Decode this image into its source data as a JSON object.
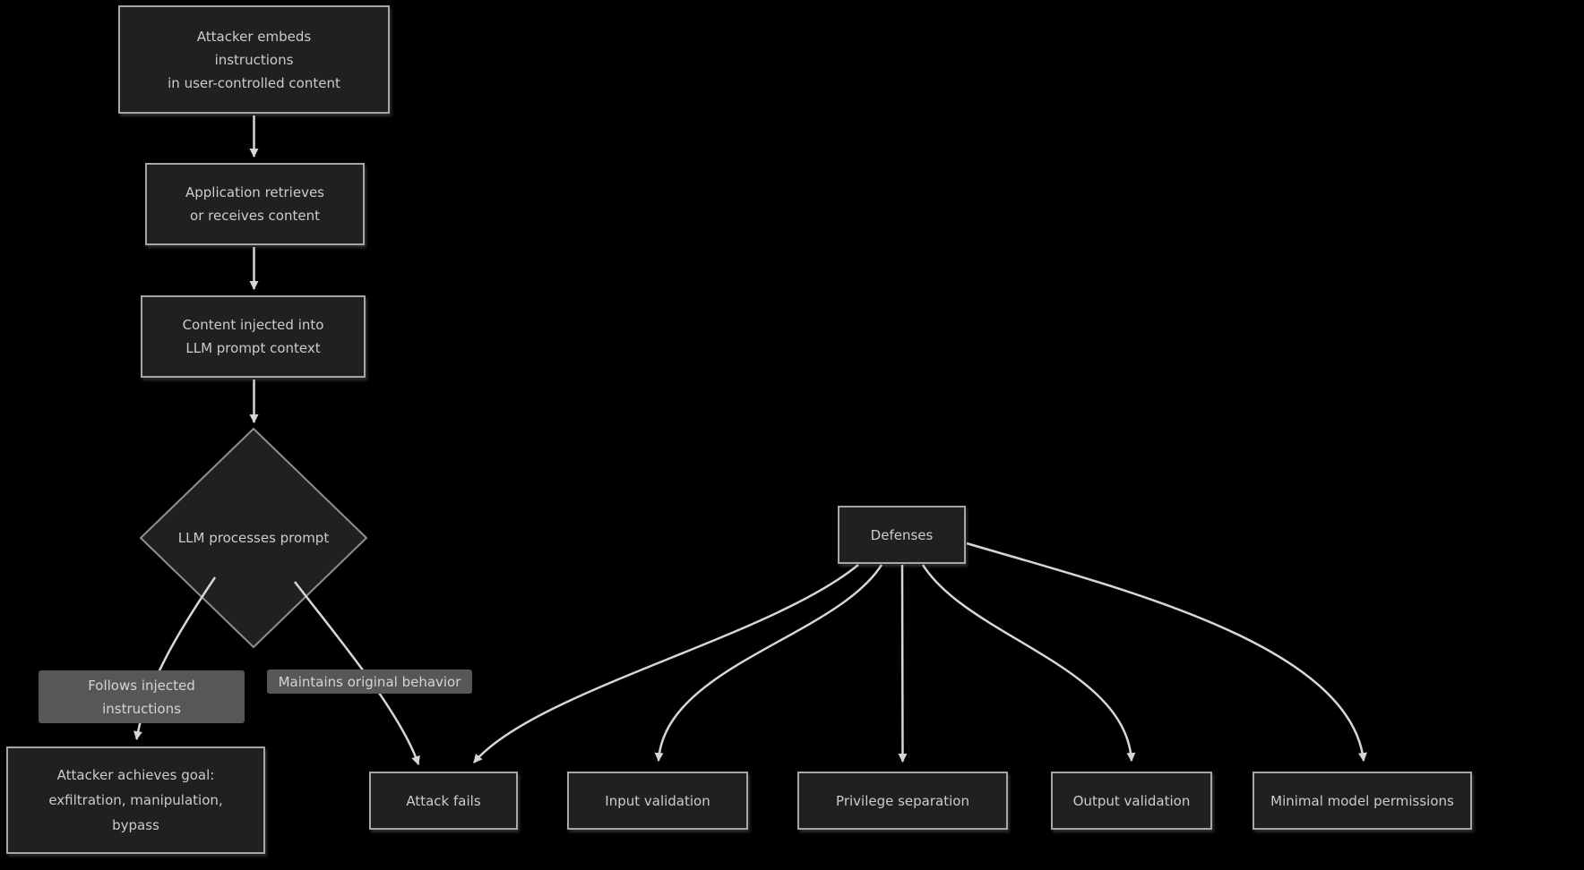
{
  "diagram": {
    "type": "flowchart",
    "background_color": "#000000",
    "colors": {
      "node_fill": "#1f2020",
      "node_border": "#a6a6a6",
      "node_text": "#cccccc",
      "edge_line": "#d6d6d6",
      "edge_label_background": "#575757",
      "edge_label_text": "#d4d4d4"
    },
    "nodes": [
      {
        "id": "attacker-embeds",
        "shape": "rect",
        "label": "Attacker embeds\ninstructions\nin user-controlled content"
      },
      {
        "id": "app-retrieves",
        "shape": "rect",
        "label": "Application retrieves\nor receives content"
      },
      {
        "id": "content-injected",
        "shape": "rect",
        "label": "Content injected into\nLLM prompt context"
      },
      {
        "id": "llm-processes",
        "shape": "diamond",
        "label": "LLM processes prompt"
      },
      {
        "id": "attacker-goal",
        "shape": "rect",
        "label": "Attacker achieves goal:\nexfiltration, manipulation,\nbypass"
      },
      {
        "id": "attack-fails",
        "shape": "rect",
        "label": "Attack fails"
      },
      {
        "id": "defenses",
        "shape": "rect",
        "label": "Defenses"
      },
      {
        "id": "input-validation",
        "shape": "rect",
        "label": "Input validation"
      },
      {
        "id": "privilege-separation",
        "shape": "rect",
        "label": "Privilege separation"
      },
      {
        "id": "output-validation",
        "shape": "rect",
        "label": "Output validation"
      },
      {
        "id": "minimal-permissions",
        "shape": "rect",
        "label": "Minimal model permissions"
      }
    ],
    "edges": [
      {
        "from": "attacker-embeds",
        "to": "app-retrieves",
        "label": ""
      },
      {
        "from": "app-retrieves",
        "to": "content-injected",
        "label": ""
      },
      {
        "from": "content-injected",
        "to": "llm-processes",
        "label": ""
      },
      {
        "from": "llm-processes",
        "to": "attacker-goal",
        "label": "Follows injected\ninstructions"
      },
      {
        "from": "llm-processes",
        "to": "attack-fails",
        "label": "Maintains original behavior"
      },
      {
        "from": "defenses",
        "to": "attack-fails",
        "label": ""
      },
      {
        "from": "defenses",
        "to": "input-validation",
        "label": ""
      },
      {
        "from": "defenses",
        "to": "privilege-separation",
        "label": ""
      },
      {
        "from": "defenses",
        "to": "output-validation",
        "label": ""
      },
      {
        "from": "defenses",
        "to": "minimal-permissions",
        "label": ""
      }
    ]
  }
}
